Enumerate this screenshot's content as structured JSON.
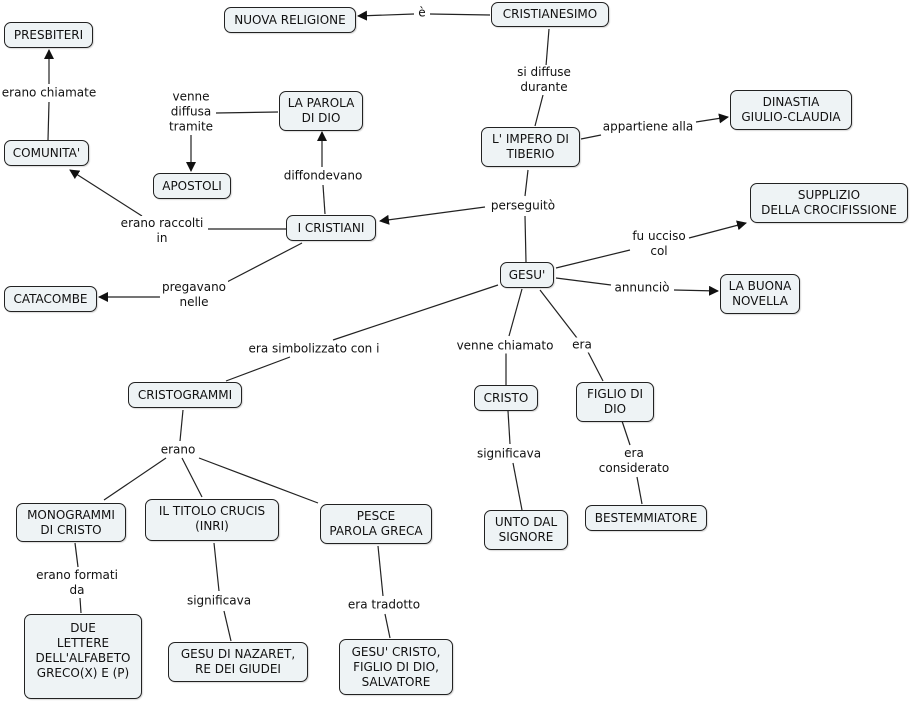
{
  "nodes": {
    "cristianesimo": "CRISTIANESIMO",
    "nuova_religione": "NUOVA RELIGIONE",
    "presbiteri": "PRESBITERI",
    "comunita": "COMUNITA'",
    "la_parola_di_dio": "LA PAROLA\nDI DIO",
    "apostoli": "APOSTOLI",
    "impero_tiberio": "L' IMPERO DI\nTIBERIO",
    "dinastia": "DINASTIA\nGIULIO-CLAUDIA",
    "supplizio": "SUPPLIZIO\nDELLA CROCIFISSIONE",
    "i_cristiani": "I CRISTIANI",
    "gesu": "GESU'",
    "buona_novella": "LA BUONA\nNOVELLA",
    "catacombe": "CATACOMBE",
    "cristogrammi": "CRISTOGRAMMI",
    "cristo": "CRISTO",
    "figlio_di_dio": "FIGLIO DI\nDIO",
    "monogrammi": "MONOGRAMMI\nDI CRISTO",
    "titolo_crucis": "IL TITOLO CRUCIS\n(INRI)",
    "pesce": "PESCE\nPAROLA GRECA",
    "unto": "UNTO DAL\nSIGNORE",
    "bestemmiatore": "BESTEMMIATORE",
    "due_lettere": "DUE\nLETTERE\nDELL'ALFABETO\nGRECO(X) E (P)",
    "gesu_nazaret": "GESU DI NAZARET,\nRE DEI GIUDEI",
    "gesu_cristo_salvatore": "GESU' CRISTO,\nFIGLIO DI DIO,\nSALVATORE"
  },
  "links": {
    "e": "è",
    "erano_chiamate": "erano chiamate",
    "venne_diffusa_tramite": "venne\ndiffusa\ntramite",
    "si_diffuse_durante": "si diffuse\ndurante",
    "appartiene_alla": "appartiene alla",
    "diffondevano": "diffondevano",
    "erano_raccolti_in": "erano raccolti\nin",
    "perseguito": "perseguitò",
    "fu_ucciso_col": "fu ucciso\ncol",
    "annuncio": "annunciò",
    "pregavano_nelle": "pregavano\nnelle",
    "era_simbolizzato": "era simbolizzato con i",
    "venne_chiamato": "venne chiamato",
    "era": "era",
    "erano": "erano",
    "significava_cristo": "significava",
    "era_considerato": "era\nconsiderato",
    "erano_formati_da": "erano formati\nda",
    "significava_inri": "significava",
    "era_tradotto": "era tradotto"
  },
  "colors": {
    "node_fill": "#eef3f5",
    "node_border": "#222222",
    "line": "#222222"
  }
}
